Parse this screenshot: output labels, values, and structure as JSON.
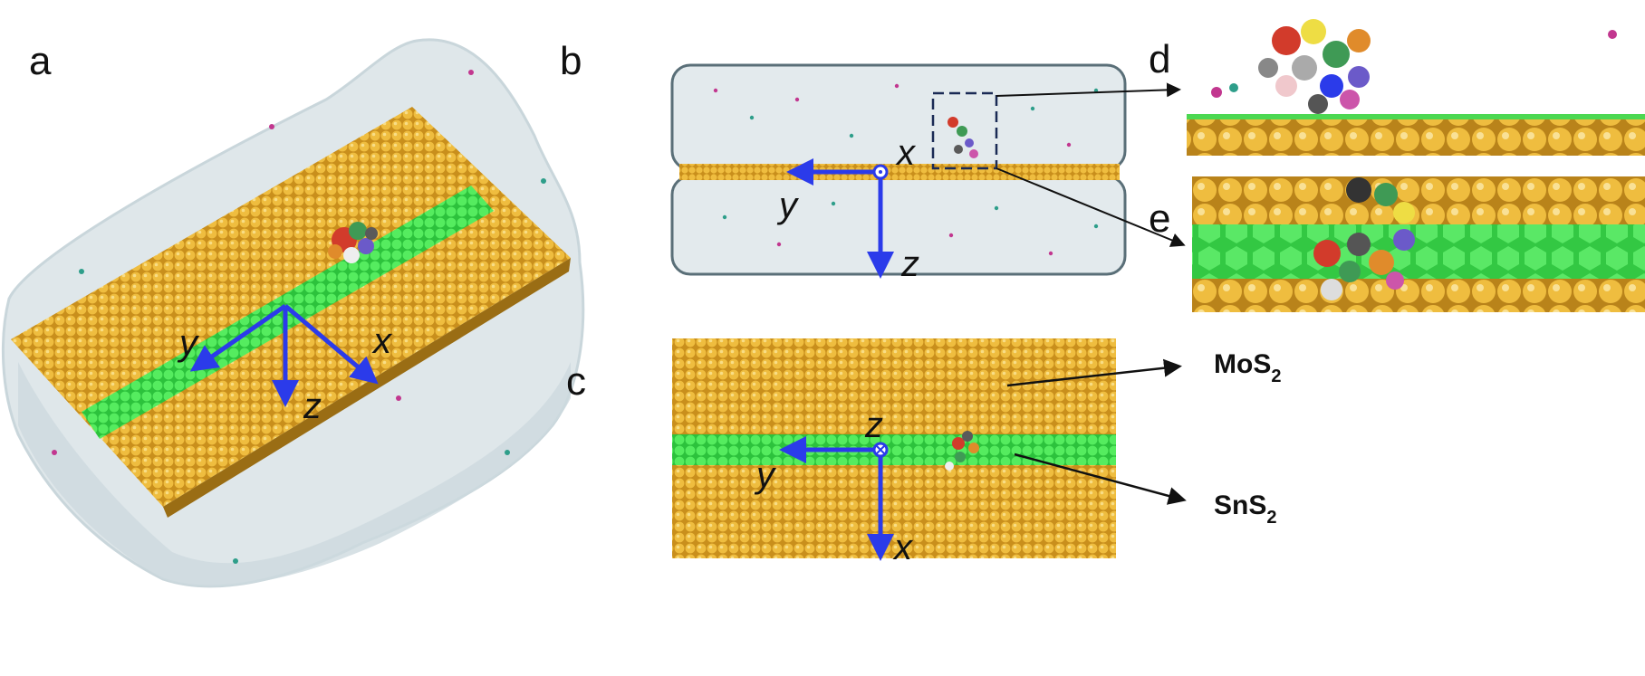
{
  "panels": {
    "a": "a",
    "b": "b",
    "c": "c",
    "d": "d",
    "e": "e"
  },
  "axes": {
    "x": "x",
    "y": "y",
    "z": "z"
  },
  "materials": {
    "mos2": {
      "base": "MoS",
      "sub": "2"
    },
    "sns2": {
      "base": "SnS",
      "sub": "2"
    }
  },
  "colors": {
    "mos2_gold": "#e3a92c",
    "sns2_green": "#3fe04f",
    "water_box": "#dfe7ea",
    "axis_arrow": "#2b3bea",
    "ion_magenta": "#c2378f",
    "ion_teal": "#2e9e8a"
  }
}
